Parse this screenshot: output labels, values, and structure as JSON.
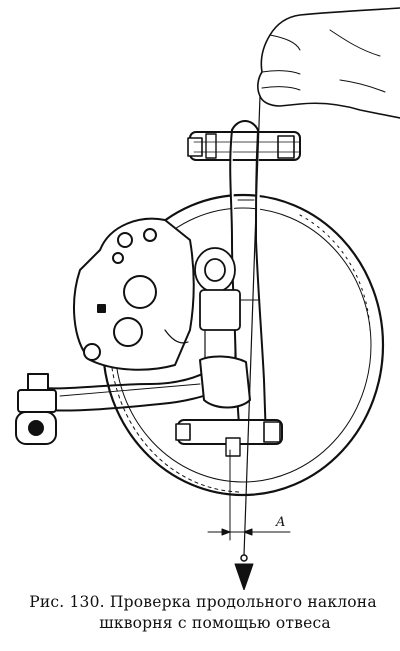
{
  "figure": {
    "dimension_label": "A"
  },
  "caption": {
    "line1": "Рис. 130. Проверка  продольного  наклона",
    "line2": "шкворня с помощью отвеса"
  }
}
